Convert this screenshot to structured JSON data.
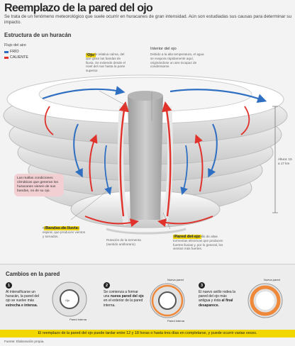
{
  "header": {
    "title": "Reemplazo de la pared del ojo",
    "subtitle": "Se trata de un fenómeno meteorológico que suele ocurrir en huracanes de gran intensidad. Aún son estudiadas sus causas para determinar su impacto."
  },
  "main": {
    "section_title": "Estructura de un huracán",
    "legend": {
      "title": "Flujo del aire",
      "items": [
        {
          "label": "FRÍO",
          "color": "#2f6fc2"
        },
        {
          "label": "CALIENTE",
          "color": "#e0312a"
        }
      ]
    },
    "labels": {
      "ojo": "Ojo",
      "ojo_desc": "Área de relativa calma, del que giran las bandas de lluvia. Se extiende desde el nivel del mar hasta la parte superior.",
      "interior": "Interior del ojo",
      "interior_desc": "Debido a la alta temperatura, el agua se evapora rápidamente aquí, originándose un aire incapaz de condensarse.",
      "pink_note": "Las mallas condiciones climáticas que generan los huracanes vienen de sus bandas, no de su ojo.",
      "bandas": "Bandas de lluvia",
      "bandas_desc": "Nubes que se mueven en espiral, que producen vientos y tornados.",
      "rotacion": "Rotación de la tormenta (sentido antihorario)",
      "pared": "Pared del ojo",
      "pared_desc": "Conjunto denso, anillo de altas tormentas eléctricas que producen fuertes lluvias y, por lo general, los vientos más fuertes.",
      "altura": "Altura: 15 a 17 km"
    }
  },
  "panel": {
    "title": "Cambios en la pared",
    "steps": [
      {
        "num": "1",
        "text_a": "Al intensificarse un huracán, la pared del ojo se vuelve más ",
        "text_b": "estrecha e intensa.",
        "tag_center": "Ojo",
        "tag_bottom": "Pared interna"
      },
      {
        "num": "2",
        "text_a": "Se comienza a formar una ",
        "text_b": "nueva pared del ojo",
        "text_c": " en el exterior de la pared interna.",
        "tag_top": "Nueva pared",
        "tag_bottom": "Pared interna"
      },
      {
        "num": "3",
        "text_a": "El nuevo anillo rodea la pared del ojo más antigua y ésta ",
        "text_b": "al final desaparece.",
        "tag_top": "Nueva pared"
      }
    ],
    "note": "El reemplazo de la pared del ojo puede tardar entre 12 y 18 horas o hasta tres días en completarse, y puede ocurrir varias veces.",
    "source": "Fuente: Elaboración propia."
  }
}
